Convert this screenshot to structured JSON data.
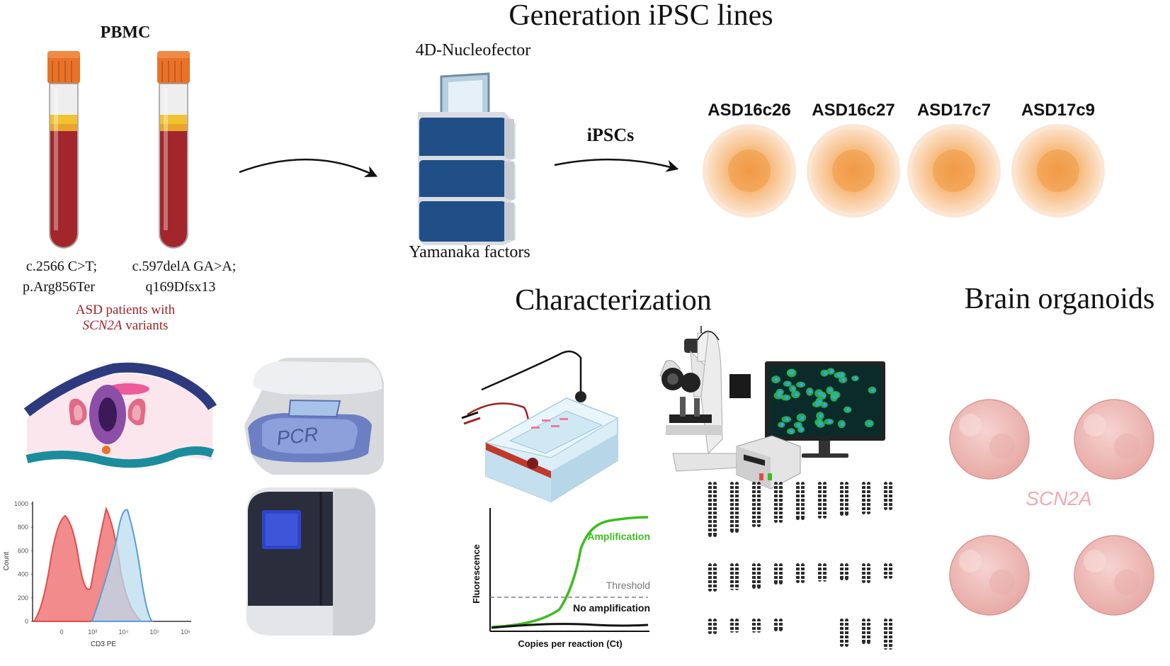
{
  "headers": {
    "generation": "Generation iPSC lines",
    "characterization": "Characterization",
    "brain_organoids": "Brain organoids"
  },
  "pbmc": {
    "label": "PBMC",
    "tube1_variant_line1": "c.2566 C>T;",
    "tube1_variant_line2": "p.Arg856Ter",
    "tube2_variant_line1": "c.597delA GA>A;",
    "tube2_variant_line2": "q169Dfsx13",
    "patients_line1": "ASD patients with",
    "patients_gene": "SCN2A",
    "patients_suffix": " variants"
  },
  "nucleofector": {
    "label": "4D-Nucleofector",
    "factors": "Yamanaka factors"
  },
  "ipsc": {
    "arrow_label": "iPSCs",
    "lines": [
      "ASD16c26",
      "ASD16c27",
      "ASD17c7",
      "ASD17c9"
    ]
  },
  "flow": {
    "ylabel": "Count",
    "xlabel": "CD3 PE",
    "yticks": [
      "1000",
      "800",
      "600",
      "400",
      "200",
      "0"
    ],
    "xticks": [
      "0",
      "10³",
      "10⁴",
      "10⁵",
      "10⁶"
    ]
  },
  "pcr": {
    "label": "PCR"
  },
  "qpcr": {
    "ylabel": "Fluorescence",
    "xlabel": "Copies per reaction (Ct)",
    "amplification": "Amplification",
    "threshold": "Threshold",
    "no_amplification": "No amplification"
  },
  "organoids": {
    "gene": "SCN2A"
  },
  "colors": {
    "tube_cap": "#e8722a",
    "blood": "#a2262b",
    "plasma": "#f2c230",
    "nucleofector": "#1f4f86",
    "ipsc_core": "#f3a24f",
    "ipsc_outer": "#f9dcc1",
    "organoid": "#f1c6c3",
    "amplification_curve": "#3cbd1e",
    "patients_text": "#a32225",
    "gene_text": "#f0a9b0"
  }
}
